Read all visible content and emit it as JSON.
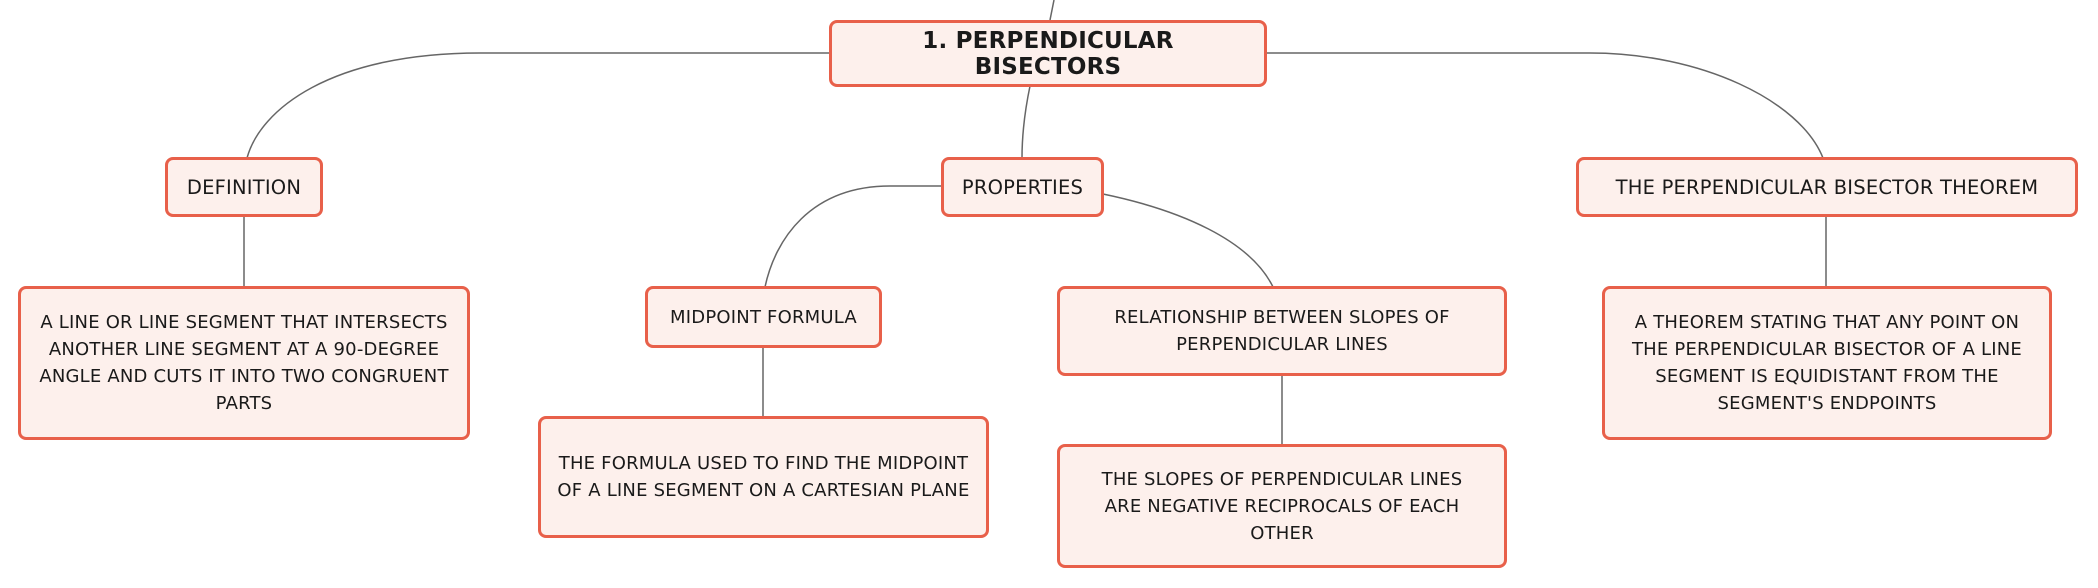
{
  "colors": {
    "node_border": "#e8604a",
    "node_fill": "#fdf0ec",
    "connector": "#666666",
    "text": "#1a1a1a"
  },
  "root": {
    "label": "1. PERPENDICULAR BISECTORS"
  },
  "branches": {
    "definition": {
      "label": "DEFINITION",
      "detail": "A LINE OR LINE SEGMENT THAT INTERSECTS ANOTHER LINE SEGMENT AT A 90-DEGREE ANGLE AND CUTS IT INTO TWO CONGRUENT PARTS"
    },
    "properties": {
      "label": "PROPERTIES",
      "midpoint": {
        "label": "MIDPOINT FORMULA",
        "detail": "THE FORMULA USED TO FIND THE MIDPOINT OF A LINE SEGMENT ON A CARTESIAN PLANE"
      },
      "slopes": {
        "label": "RELATIONSHIP BETWEEN SLOPES OF PERPENDICULAR LINES",
        "detail": "THE SLOPES OF PERPENDICULAR LINES ARE NEGATIVE RECIPROCALS OF EACH OTHER"
      }
    },
    "theorem": {
      "label": "THE PERPENDICULAR BISECTOR THEOREM",
      "detail": "A THEOREM STATING THAT ANY POINT ON THE PERPENDICULAR BISECTOR OF A LINE SEGMENT IS EQUIDISTANT FROM THE SEGMENT'S ENDPOINTS"
    }
  }
}
